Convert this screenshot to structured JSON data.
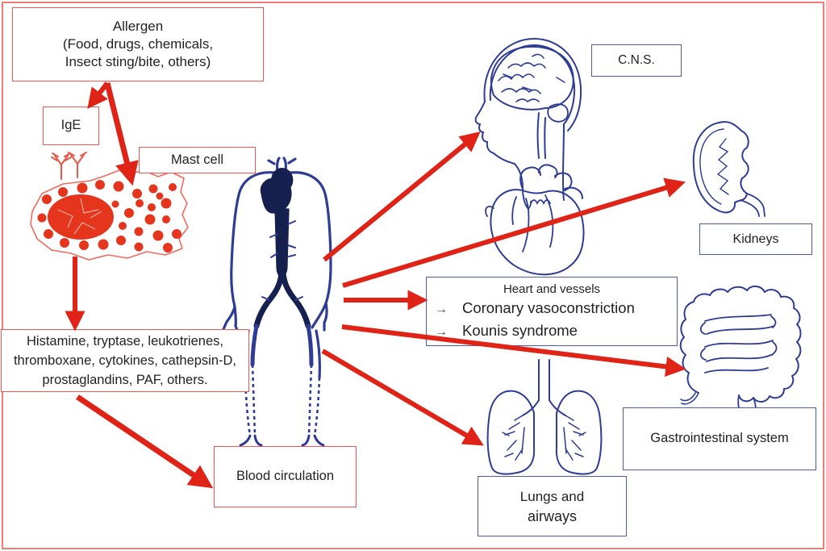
{
  "page": {
    "background": "#ffffff",
    "frame_border_color": "#f37d76"
  },
  "colors": {
    "arrow_red": "#e02317",
    "red_box_border": "#f05550",
    "blue_ink": "#2e3c94",
    "blue_box_border": "#4c5aab",
    "text": "#231f20"
  },
  "boxes": {
    "allergen": {
      "lines": [
        "Allergen",
        "(Food, drugs, chemicals,",
        "Insect sting/bite, others)"
      ]
    },
    "ige": {
      "label": "IgE"
    },
    "mast_cell": {
      "label": "Mast cell"
    },
    "mediators": {
      "lines": [
        "Histamine, tryptase, leukotrienes,",
        "thromboxane, cytokines, cathepsin-D,",
        "prostaglandins, PAF, others."
      ]
    },
    "blood_circulation": {
      "label": "Blood circulation"
    },
    "cns": {
      "label": "C.N.S."
    },
    "kidneys": {
      "label": "Kidneys"
    },
    "heart_vessels": {
      "title": "Heart and vessels",
      "bullet_glyph": "→",
      "items": [
        "Coronary vasoconstriction",
        "Kounis syndrome"
      ]
    },
    "gastrointestinal": {
      "label": "Gastrointestinal system"
    },
    "lungs_airways": {
      "lines": [
        "Lungs and",
        "airways"
      ]
    }
  },
  "icons": {
    "brain": "head-profile-with-brain",
    "heart": "anatomical-heart",
    "kidney": "kidney-with-ureter",
    "intestines": "large-and-small-intestine",
    "lungs": "lungs-with-trachea",
    "vascular_body": "human-arterial-tree",
    "mast_cell": "mast-cell-with-granules",
    "ige_antibody": "ige-antibody-receptors"
  }
}
